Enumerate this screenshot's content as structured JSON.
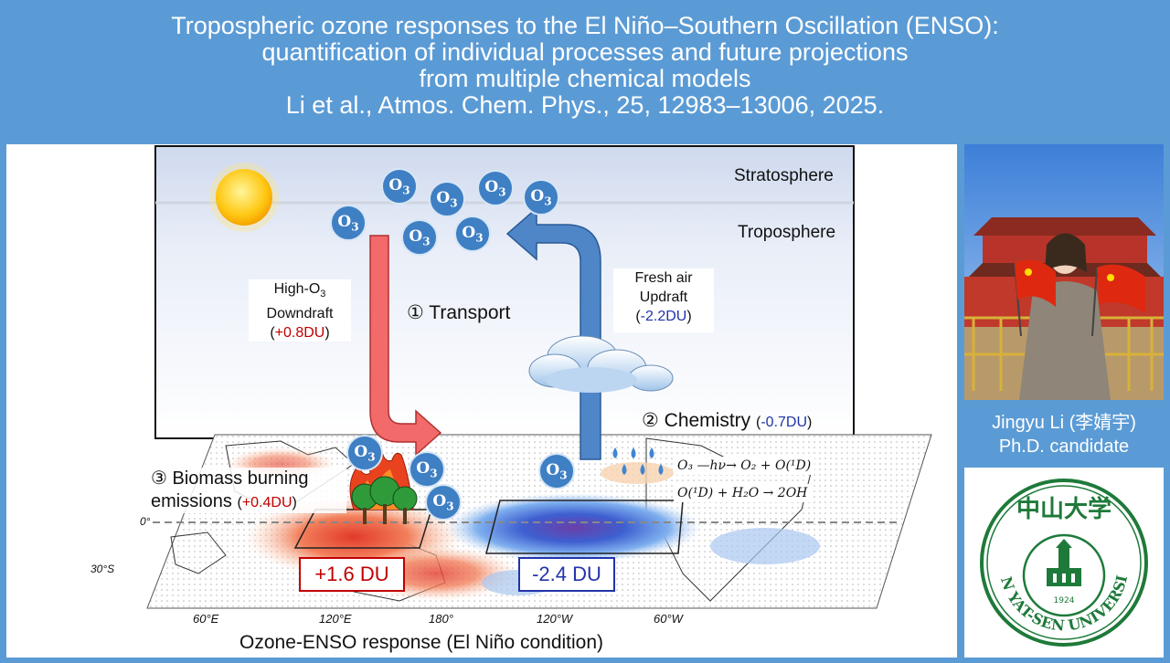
{
  "header": {
    "line1": "Tropospheric ozone responses to the El Niño–Southern Oscillation (ENSO):",
    "line2": "quantification of individual processes and future projections",
    "line3": "from multiple chemical models",
    "line4": "Li et al., Atmos. Chem. Phys., 25, 12983–13006, 2025."
  },
  "diagram": {
    "stratosphere": "Stratosphere",
    "troposphere": "Troposphere",
    "ozone_label": "O",
    "ozone_sub": "3",
    "downdraft": {
      "line1": "High-O",
      "sub": "3",
      "line2": "Downdraft",
      "value": "+0.8DU"
    },
    "updraft": {
      "line1": "Fresh air",
      "line2": "Updraft",
      "value": "-2.2DU"
    },
    "transport": "① Transport",
    "chemistry": "② Chemistry",
    "chemistry_value": "-0.7DU",
    "biomass_line1": "③ Biomass burning",
    "biomass_line2": "emissions",
    "biomass_value": "+0.4DU",
    "eq1": "O₃ —hν→ O₂ + O(¹D)",
    "eq1_hv": "hν",
    "eq2": "O(¹D) + H₂O → 2OH",
    "value_west": "+1.6 DU",
    "value_east": "-2.4 DU",
    "lat_0": "0°",
    "lat_30s": "30°S",
    "lon_ticks": [
      "60°E",
      "120°E",
      "180°",
      "120°W",
      "60°W"
    ],
    "caption": "Ozone-ENSO response (El Niño condition)"
  },
  "author": {
    "name": "Jingyu Li (李婧宇)",
    "title": "Ph.D. candidate"
  },
  "logo": {
    "chinese": "中山大学",
    "english": "SUN YAT-SEN UNIVERSITY",
    "year": "1924"
  },
  "colors": {
    "header_bg": "#5b9bd5",
    "positive": "#c00000",
    "negative": "#2233aa",
    "ozone_bubble": "#3f7fc4",
    "logo_green": "#1e7a3a"
  }
}
